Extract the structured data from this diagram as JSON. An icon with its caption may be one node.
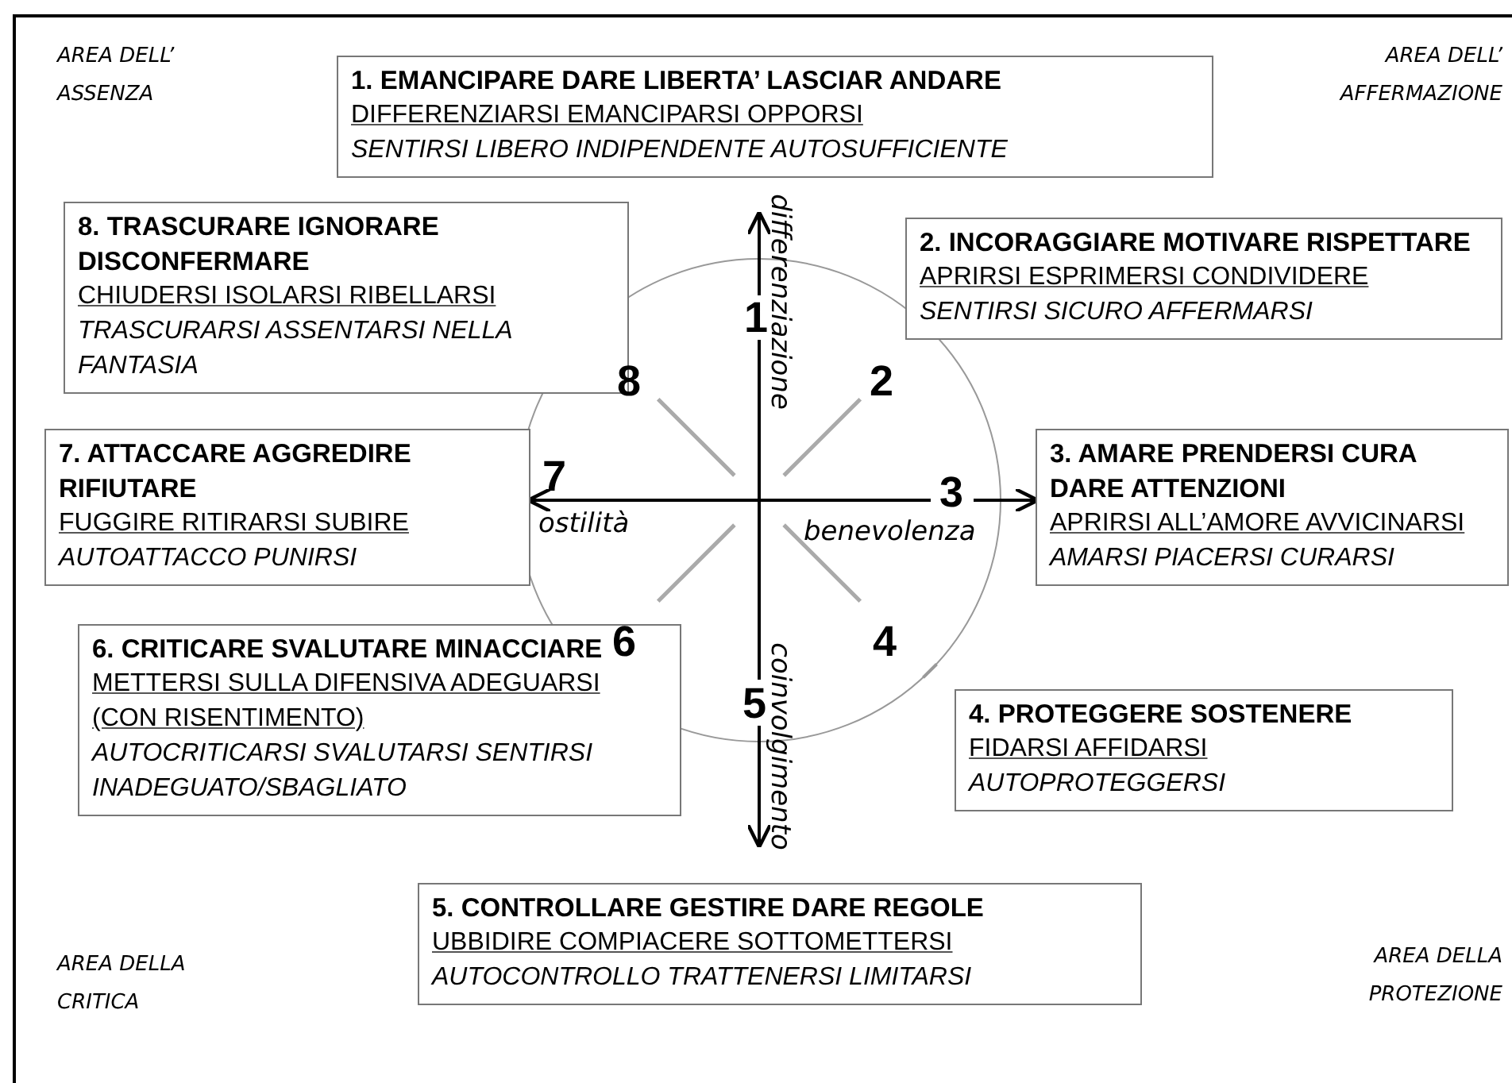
{
  "diagram": {
    "nodes": [
      {
        "text": [
          "1. EMANCIPARE DARE LIBERTA’ LASCIAR ANDARE",
          "DIFFERENZIARSI EMANCIPARSI OPPORSI",
          "SENTIRSI LIBERO INDIPENDENTE AUTOSUFFICIENTE"
        ]
      },
      {
        "text": [
          "8. TRASCURARE IGNORARE DISCONFERMARE",
          "CHIUDERSI ISOLARSI RIBELLARSI",
          "TRASCURARSI ASSENTARSI NELLA FANTASIA"
        ]
      },
      {
        "text": [
          "2. INCORAGGIARE MOTIVARE RISPETTARE",
          "APRIRSI ESPRIMERSI CONDIVIDERE",
          "SENTIRSI SICURO AFFERMARSI"
        ]
      },
      {
        "text": [
          "7. ATTACCARE AGGREDIRE RIFIUTARE",
          "FUGGIRE RITIRARSI SUBIRE",
          "AUTOATTACCO PUNIRSI"
        ]
      },
      {
        "text": [
          "3. AMARE PRENDERSI CURA DARE ATTENZIONI",
          "APRIRSI ALL’AMORE AVVICINARSI",
          "AMARSI PIACERSI CURARSI"
        ]
      },
      {
        "text": [
          "6. CRITICARE SVALUTARE MINACCIARE",
          "METTERSI SULLA DIFENSIVA ADEGUARSI (CON RISENTIMENTO)",
          "AUTOCRITICARSI SVALUTARSI SENTIRSI INADEGUATO/SBAGLIATO"
        ]
      },
      {
        "text": [
          "4. PROTEGGERE SOSTENERE",
          "FIDARSI AFFIDARSI",
          "AUTOPROTEGGERSI"
        ]
      },
      {
        "text": [
          "5. CONTROLLARE GESTIRE DARE REGOLE",
          "UBBIDIRE COMPIACERE SOTTOMETTERSI",
          "AUTOCONTROLLO TRATTENERSI LIMITARSI"
        ]
      }
    ],
    "edges": [
      {
        "from": null,
        "to": 3,
        "arrow": "to"
      },
      {
        "from": null,
        "to": 4,
        "arrow": "to"
      }
    ],
    "labels": [
      "AREA DELL’ ASSENZA",
      "AREA DELL’ AFFERMAZIONE",
      "differenziazione",
      "1",
      "8",
      "2",
      "7",
      "ostilità",
      "3",
      "benevolenza",
      "6",
      "4",
      "5",
      "coinvolgimento",
      "AREA DELLA CRITICA",
      "AREA DELLA PROTEZIONE"
    ]
  }
}
